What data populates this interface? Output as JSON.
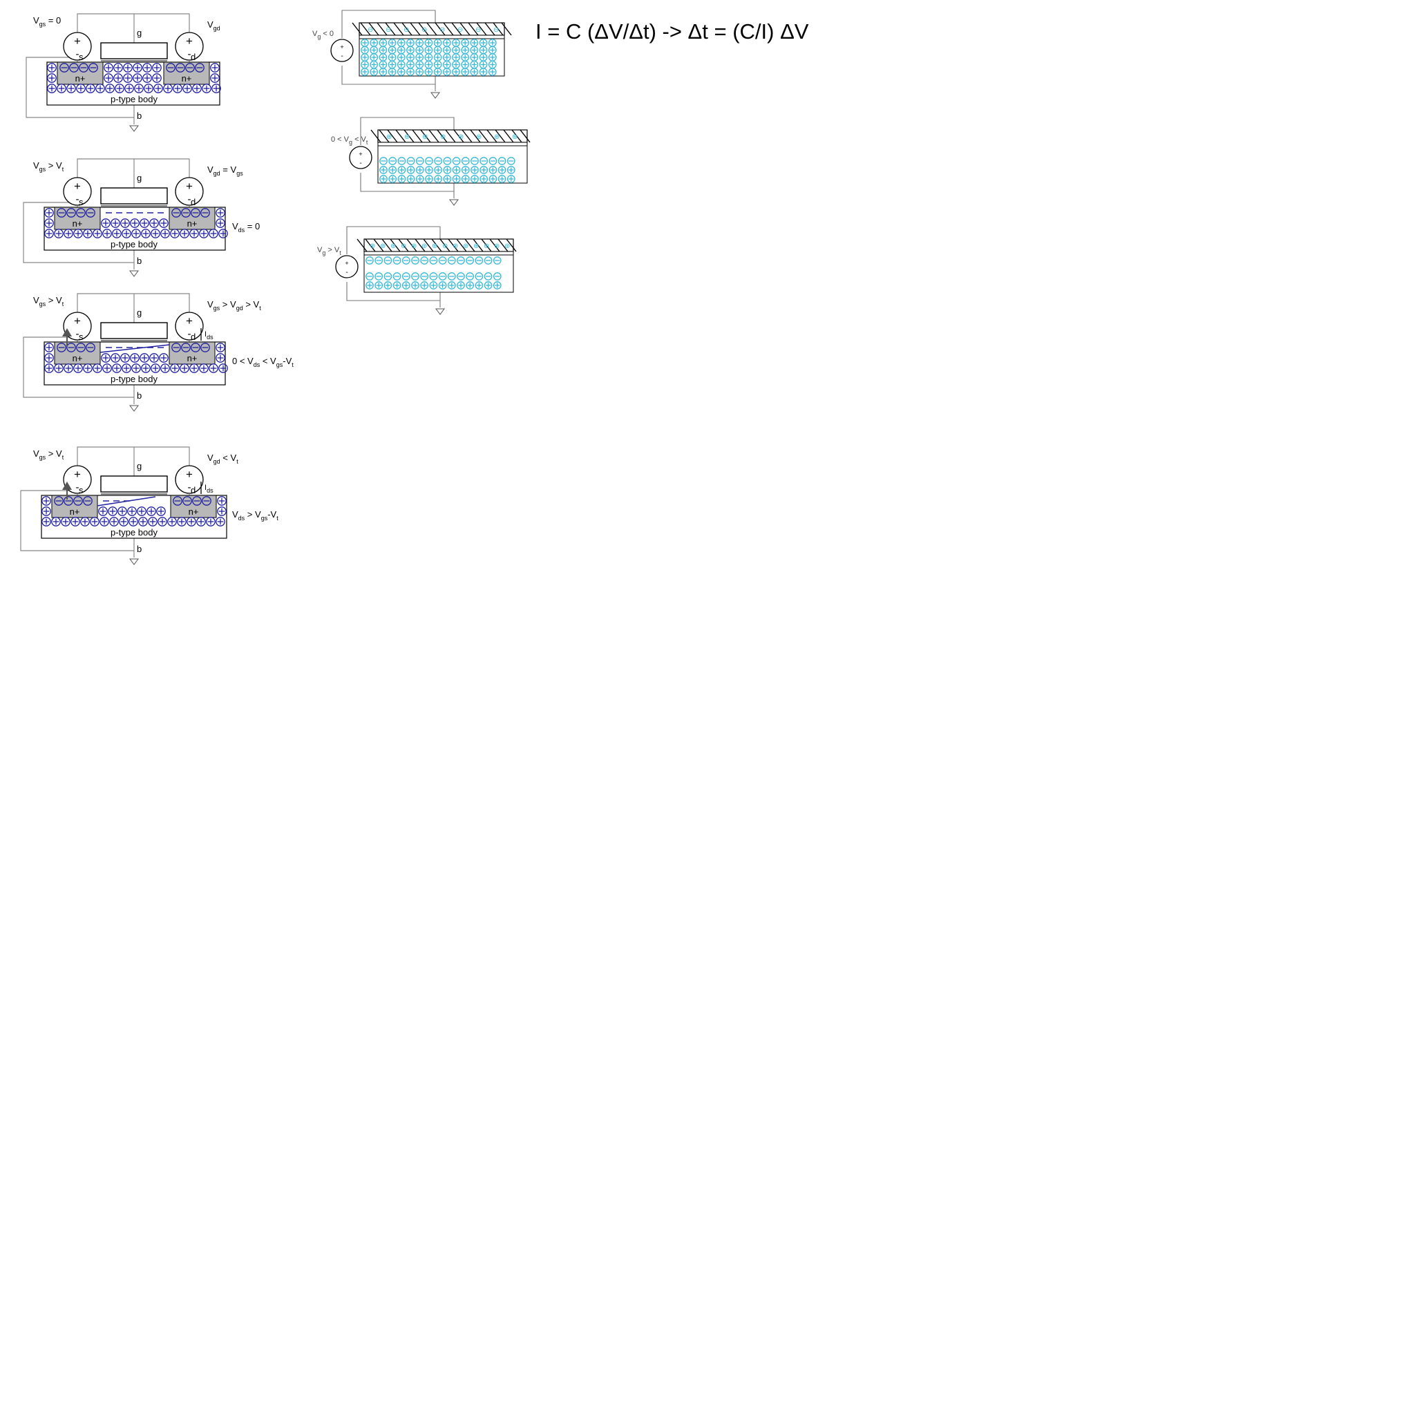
{
  "equation": "I = C (ΔV/Δt) -> Δt = (C/I) ΔV",
  "common": {
    "gate": "g",
    "source": "s",
    "drain": "d",
    "body_terminal": "b",
    "nplus": "n+",
    "body": "p-type body",
    "plus": "+",
    "minus": "-",
    "i_main": "I",
    "i_sub": "ds"
  },
  "panels": [
    {
      "vgs": [
        [
          "V",
          ""
        ],
        [
          "gs",
          "sub"
        ],
        [
          " = 0",
          ""
        ]
      ],
      "vgd": [
        [
          "V",
          ""
        ],
        [
          "gd",
          "sub"
        ]
      ],
      "vds": null,
      "channel": "none",
      "current": false
    },
    {
      "vgs": [
        [
          "V",
          ""
        ],
        [
          "gs",
          "sub"
        ],
        [
          " > V",
          ""
        ],
        [
          "t",
          "sub"
        ]
      ],
      "vgd": [
        [
          "V",
          ""
        ],
        [
          "gd",
          "sub"
        ],
        [
          " = V",
          ""
        ],
        [
          "gs",
          "sub"
        ]
      ],
      "vds": [
        [
          "V",
          ""
        ],
        [
          "ds",
          "sub"
        ],
        [
          " = 0",
          ""
        ]
      ],
      "channel": "uniform",
      "current": false
    },
    {
      "vgs": [
        [
          "V",
          ""
        ],
        [
          "gs",
          "sub"
        ],
        [
          " > V",
          ""
        ],
        [
          "t",
          "sub"
        ]
      ],
      "vgd": [
        [
          "V",
          ""
        ],
        [
          "gs",
          "sub"
        ],
        [
          " > V",
          ""
        ],
        [
          "gd",
          "sub"
        ],
        [
          " > V",
          ""
        ],
        [
          "t",
          "sub"
        ]
      ],
      "vds": [
        [
          "0 < V",
          ""
        ],
        [
          "ds",
          "sub"
        ],
        [
          " < V",
          ""
        ],
        [
          "gs",
          "sub"
        ],
        [
          "-V",
          ""
        ],
        [
          "t",
          "sub"
        ]
      ],
      "channel": "tapered",
      "current": true
    },
    {
      "vgs": [
        [
          "V",
          ""
        ],
        [
          "gs",
          "sub"
        ],
        [
          " > V",
          ""
        ],
        [
          "t",
          "sub"
        ]
      ],
      "vgd": [
        [
          "V",
          ""
        ],
        [
          "gd",
          "sub"
        ],
        [
          " < V",
          ""
        ],
        [
          "t",
          "sub"
        ]
      ],
      "vds": [
        [
          "V",
          ""
        ],
        [
          "ds",
          "sub"
        ],
        [
          " > V",
          ""
        ],
        [
          "gs",
          "sub"
        ],
        [
          "-V",
          ""
        ],
        [
          "t",
          "sub"
        ]
      ],
      "channel": "pinched",
      "current": true
    }
  ],
  "capacitors": [
    {
      "label": [
        [
          "V",
          ""
        ],
        [
          "g",
          "sub"
        ],
        [
          " < 0",
          ""
        ]
      ],
      "state": "accumulation"
    },
    {
      "label": [
        [
          "0 < V",
          ""
        ],
        [
          "g",
          "sub"
        ],
        [
          " < V",
          ""
        ],
        [
          "t",
          "sub"
        ]
      ],
      "state": "depletion"
    },
    {
      "label": [
        [
          "V",
          ""
        ],
        [
          "g",
          "sub"
        ],
        [
          " > V",
          ""
        ],
        [
          "t",
          "sub"
        ]
      ],
      "state": "inversion"
    }
  ],
  "colors": {
    "carrier": "#2020a0",
    "carrier_cap": "#35b8d8",
    "nplus_fill": "#b8b8b8",
    "wire": "#888888"
  }
}
